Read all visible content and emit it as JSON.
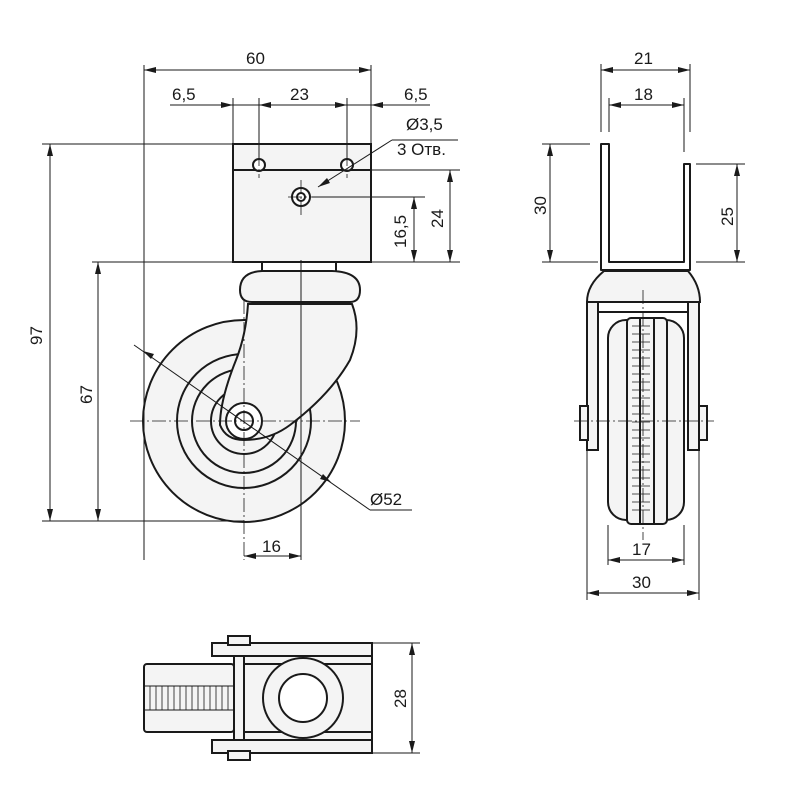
{
  "dimensions": {
    "width_total": "60",
    "edge_left": "6,5",
    "hole_spacing": "23",
    "edge_right": "6,5",
    "hole_diameter": "Ø3,5",
    "hole_count": "3 Отв.",
    "center_hole_offset": "16,5",
    "plate_height": "24",
    "total_height": "97",
    "wheel_axle_height": "67",
    "wheel_diameter": "Ø52",
    "axle_offset": "16",
    "side_width_outer": "21",
    "side_width_inner": "18",
    "side_height_outer": "30",
    "side_height_inner": "25",
    "wheel_width": "17",
    "fork_width": "30",
    "bottom_height": "28"
  }
}
